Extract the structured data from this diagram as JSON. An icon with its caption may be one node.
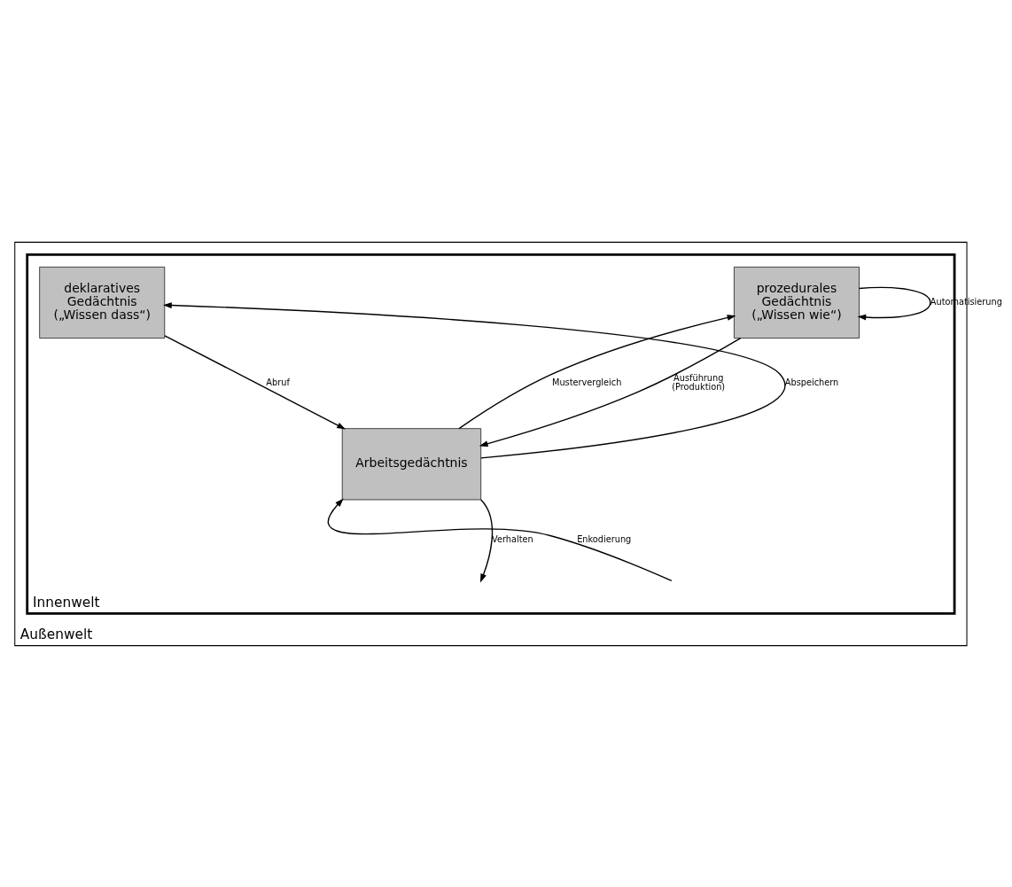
{
  "diagram": {
    "nodes": [
      {
        "text": [
          "Außenwelt"
        ]
      },
      {
        "text": [
          "Innenwelt"
        ],
        "in": 0
      },
      {
        "text": [
          "deklaratives Gedächtnis („Wissen dass“)"
        ],
        "in": 1
      },
      {
        "text": [
          "prozedurales Gedächtnis („Wissen wie“)"
        ],
        "in": 1
      },
      {
        "text": [
          "Arbeitsgedächtnis"
        ],
        "in": 1
      }
    ],
    "edges": [
      {
        "from": 2,
        "to": 4,
        "arrow": "to",
        "label": "Abruf"
      },
      {
        "from": 4,
        "to": 2,
        "arrow": "to",
        "label": "Abspeichern"
      },
      {
        "from": 4,
        "to": 3,
        "arrow": "to",
        "label": "Mustervergleich"
      },
      {
        "from": 3,
        "to": 4,
        "arrow": "to",
        "label": "Ausführung (Produktion)"
      },
      {
        "from": 3,
        "to": 3,
        "arrow": "to",
        "label": "Automatisierung"
      },
      {
        "from": null,
        "to": 4,
        "arrow": "to",
        "label": "Enkodierung"
      },
      {
        "from": 4,
        "to": null,
        "arrow": "to",
        "label": "Verhalten"
      }
    ]
  }
}
